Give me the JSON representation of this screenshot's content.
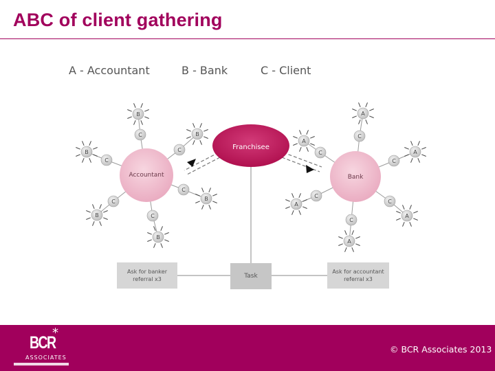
{
  "slide": {
    "title": "ABC of client gathering"
  },
  "legend": {
    "a": "A - Accountant",
    "b": "B - Bank",
    "c": "C - Client"
  },
  "diagram": {
    "franchisee": "Franchisee",
    "accountant": "Accountant",
    "bank": "Bank",
    "task": "Task",
    "left_box_line1": "Ask for banker",
    "left_box_line2": "referral x3",
    "right_box_line1": "Ask for accountant",
    "right_box_line2": "referral x3",
    "node_a": "A",
    "node_b": "B",
    "node_c": "C"
  },
  "footer": {
    "logo_text": "BCR",
    "logo_star": "*",
    "logo_subtitle": "ASSOCIATES",
    "copyright": "© BCR Associates 2013"
  },
  "colors": {
    "brand": "#a1005c",
    "franchisee_fill": "#c2185b",
    "partner_fill": "#f2c4d2",
    "node_fill": "#d9d9d9",
    "task_fill": "#c8c8c8",
    "box_fill": "#d4d4d4"
  }
}
